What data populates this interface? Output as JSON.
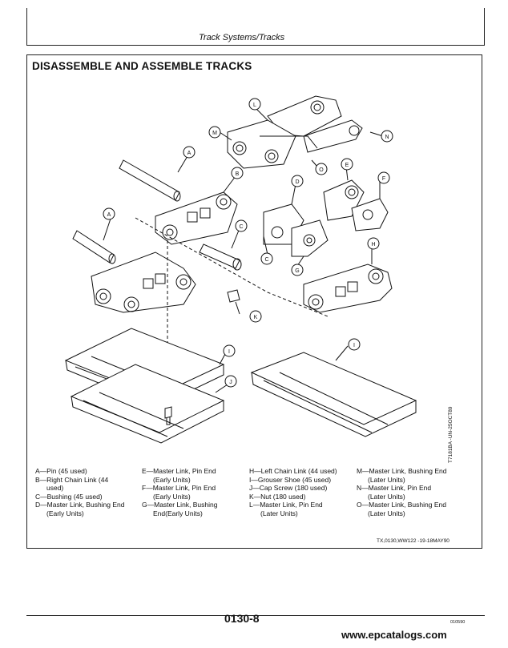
{
  "header": {
    "running_head": "Track Systems/Tracks"
  },
  "section": {
    "title": "DISASSEMBLE AND ASSEMBLE TRACKS"
  },
  "diagram": {
    "callouts": [
      "L",
      "M",
      "N",
      "O",
      "A",
      "B",
      "D",
      "E",
      "F",
      "A",
      "C",
      "C",
      "G",
      "H",
      "K",
      "I",
      "I",
      "J"
    ],
    "side_code": "T7181BA -UN-25OCT89"
  },
  "legend": {
    "col1": [
      {
        "text": "A—Pin (45 used)"
      },
      {
        "text": "B—Right Chain Link (44",
        "cont": "used)"
      },
      {
        "text": "C—Bushing (45 used)"
      },
      {
        "text": "D—Master Link, Bushing End",
        "cont": "(Early Units)"
      }
    ],
    "col2": [
      {
        "text": "E—Master Link, Pin End",
        "cont": "(Early Units)"
      },
      {
        "text": "F—Master Link, Pin End",
        "cont": "(Early Units)"
      },
      {
        "text": "G—Master Link, Bushing",
        "cont": "End(Early Units)"
      }
    ],
    "col3": [
      {
        "text": "H—Left Chain Link (44 used)"
      },
      {
        "text": "I—Grouser Shoe (45 used)"
      },
      {
        "text": "J—Cap Screw (180 used)"
      },
      {
        "text": "K—Nut (180 used)"
      },
      {
        "text": "L—Master Link, Pin End",
        "cont": "(Later Units)"
      }
    ],
    "col4": [
      {
        "text": "M—Master Link, Bushing End",
        "cont": "(Later Units)"
      },
      {
        "text": "N—Master Link, Pin End",
        "cont": "(Later Units)"
      },
      {
        "text": "O—Master Link, Bushing End",
        "cont": "(Later Units)"
      }
    ]
  },
  "doc_code": "TX,0130,WW122 -19-18MAY90",
  "footer": {
    "page_number": "0130-8",
    "small_code": "010590",
    "watermark": "www.epcatalogs.com"
  }
}
